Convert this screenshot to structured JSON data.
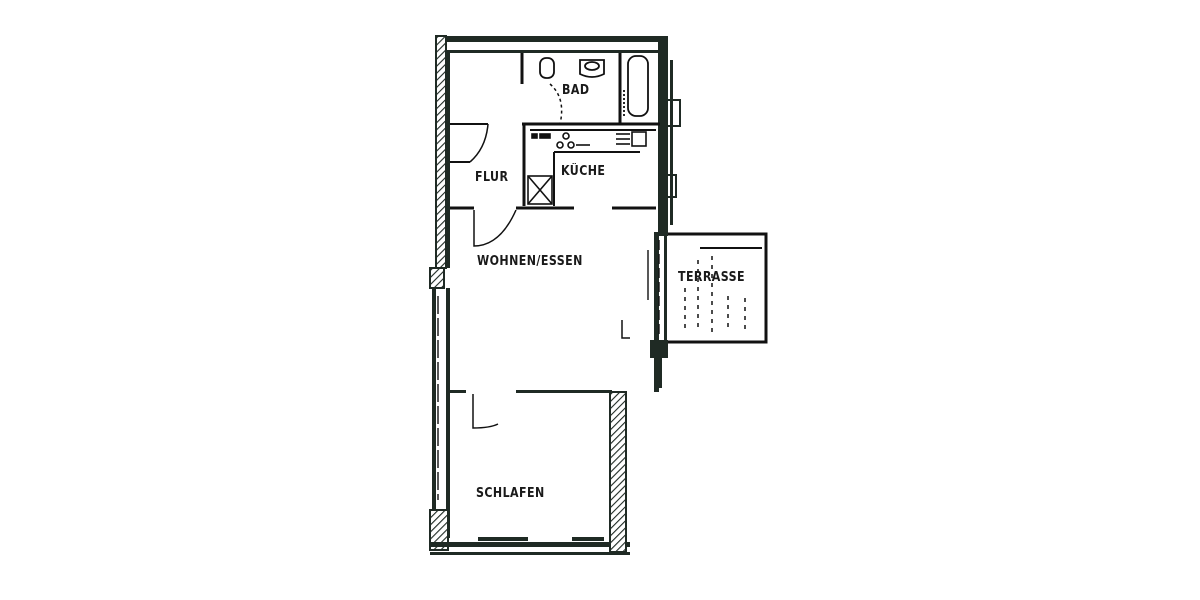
{
  "floorplan": {
    "rooms": [
      {
        "id": "bad",
        "label": "BAD"
      },
      {
        "id": "flur",
        "label": "FLUR"
      },
      {
        "id": "kueche",
        "label": "KÜCHE"
      },
      {
        "id": "wohnen",
        "label": "WOHNEN/ESSEN"
      },
      {
        "id": "terrasse",
        "label": "TERRASSE"
      },
      {
        "id": "schlafen",
        "label": "SCHLAFEN"
      }
    ],
    "colors": {
      "wall": "#1f2a24",
      "line": "#111111",
      "background": "#ffffff"
    }
  }
}
